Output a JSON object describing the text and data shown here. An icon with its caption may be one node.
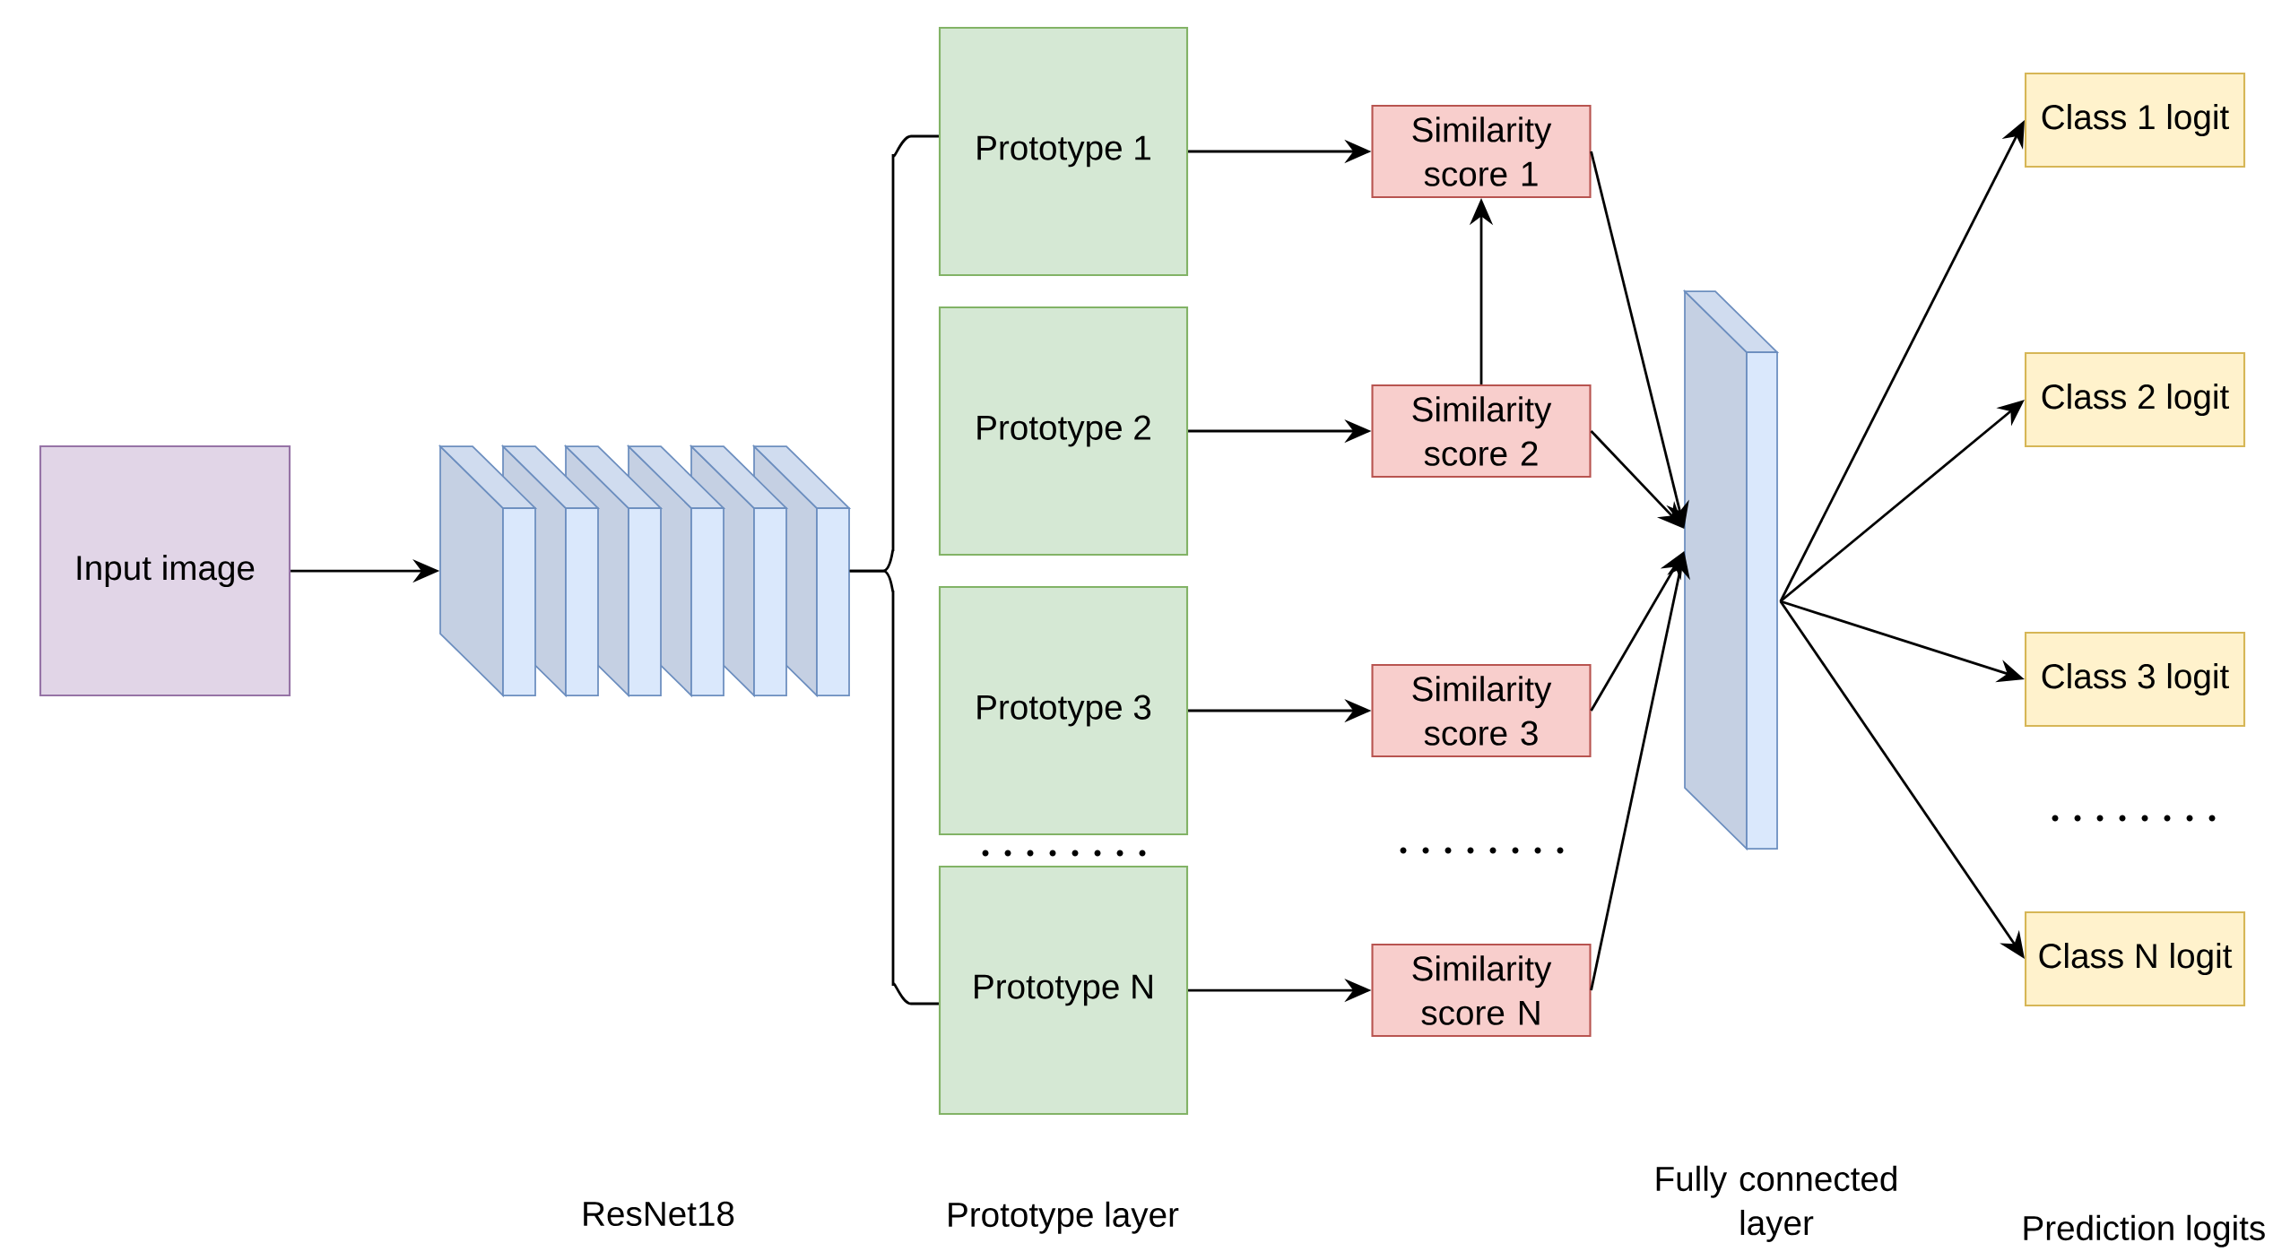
{
  "diagram": {
    "nodes": [
      {
        "text": [
          "Input image"
        ]
      },
      {
        "text": [],
        "shape": "picture"
      },
      {
        "text": [
          "Prototype 1"
        ]
      },
      {
        "text": [
          "Prototype 2"
        ]
      },
      {
        "text": [
          "Prototype 3"
        ]
      },
      {
        "text": [
          "Prototype N"
        ]
      },
      {
        "text": [
          "Similarity score 1"
        ]
      },
      {
        "text": [
          "Similarity score 2"
        ]
      },
      {
        "text": [
          "Similarity score 3"
        ]
      },
      {
        "text": [
          "Similarity score N"
        ]
      },
      {
        "text": [],
        "shape": "box"
      },
      {
        "text": [
          "Class 1 logit"
        ]
      },
      {
        "text": [
          "Class 2 logit"
        ]
      },
      {
        "text": [
          "Class 3 logit"
        ]
      },
      {
        "text": [
          "Class N logit"
        ]
      }
    ],
    "edges": [
      {
        "from": 0,
        "to": 1,
        "arrow": "to"
      },
      {
        "from": 1,
        "to": 2,
        "arrow": "none"
      },
      {
        "from": 1,
        "to": 5,
        "arrow": "none"
      },
      {
        "from": 2,
        "to": 6,
        "arrow": "to"
      },
      {
        "from": 3,
        "to": 7,
        "arrow": "to"
      },
      {
        "from": 4,
        "to": 8,
        "arrow": "to"
      },
      {
        "from": 5,
        "to": 9,
        "arrow": "to"
      },
      {
        "from": 7,
        "to": 6,
        "arrow": "to"
      },
      {
        "from": 6,
        "to": 10,
        "arrow": "to"
      },
      {
        "from": 7,
        "to": 10,
        "arrow": "to"
      },
      {
        "from": 8,
        "to": 10,
        "arrow": "to"
      },
      {
        "from": 9,
        "to": 10,
        "arrow": "to"
      },
      {
        "from": 10,
        "to": 11,
        "arrow": "to"
      },
      {
        "from": 10,
        "to": 12,
        "arrow": "to"
      },
      {
        "from": 10,
        "to": 13,
        "arrow": "to"
      },
      {
        "from": 10,
        "to": 14,
        "arrow": "to"
      }
    ],
    "labels": [
      "ResNet18",
      "Prototype layer",
      "Fully connected layer",
      "Prediction logits"
    ]
  }
}
